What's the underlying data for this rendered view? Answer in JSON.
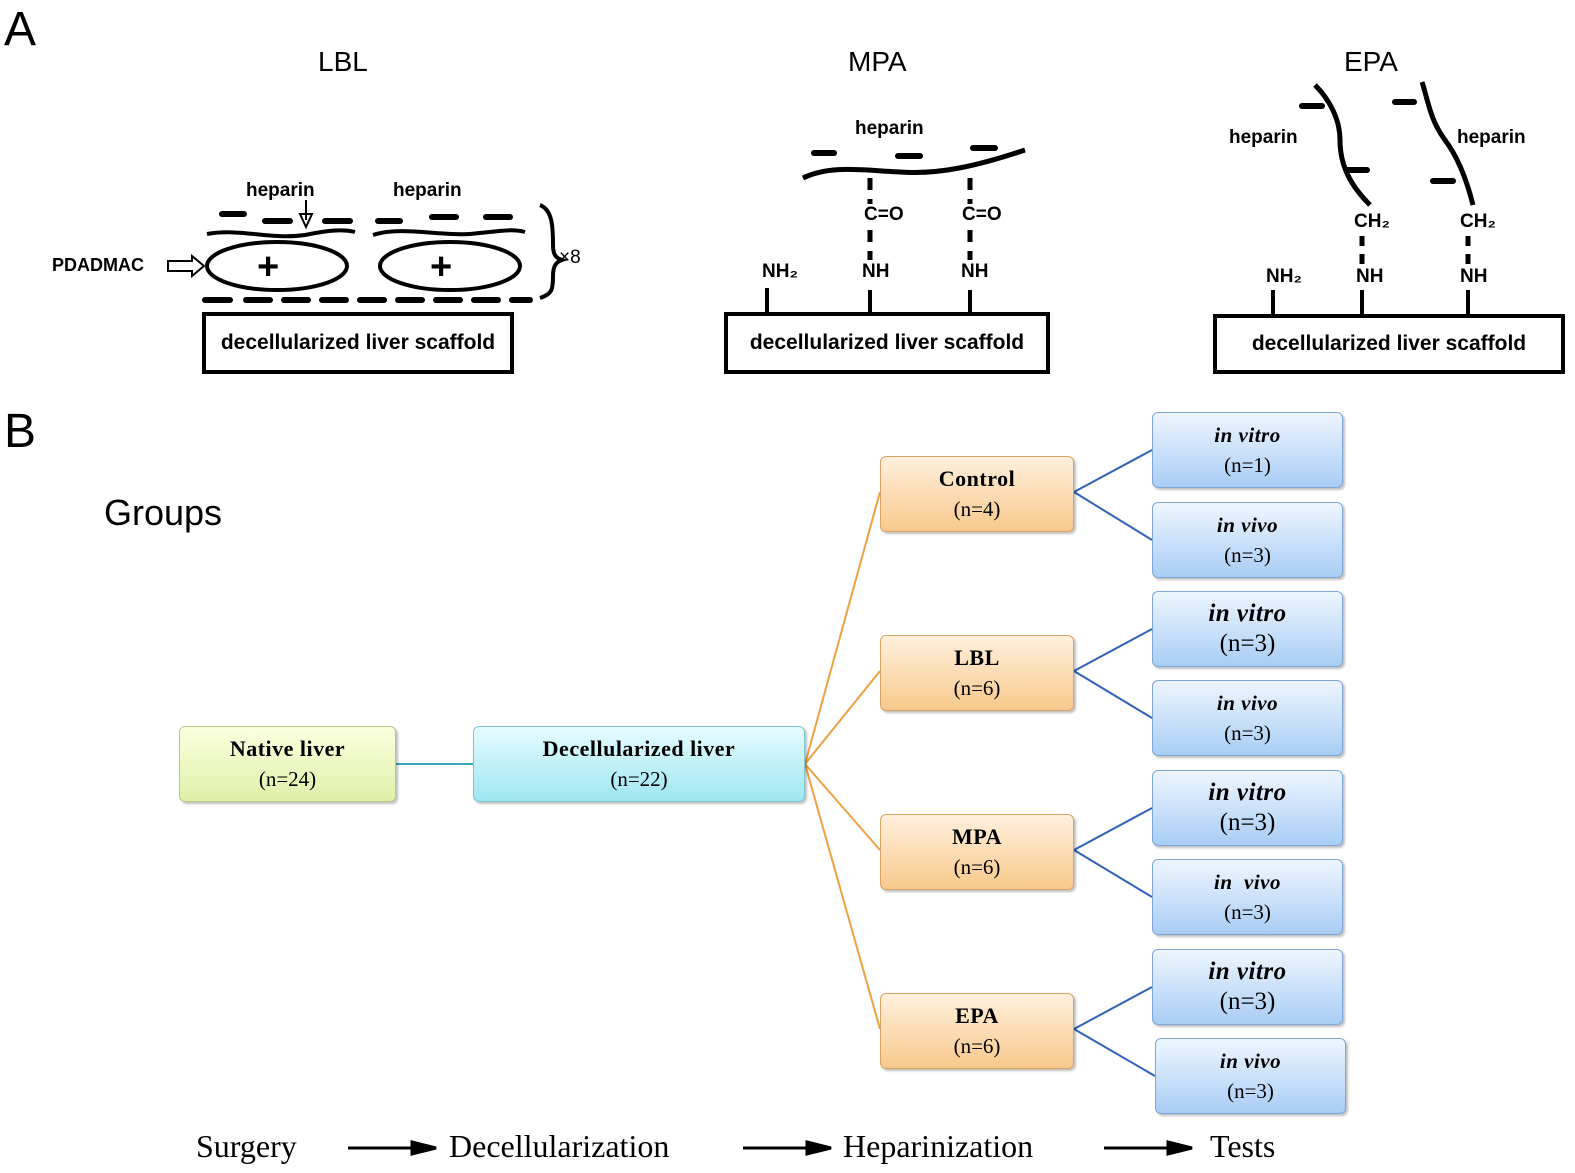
{
  "panel_a": {
    "letter": "A",
    "lbl": {
      "title": "LBL",
      "heparin_1": "heparin",
      "heparin_2": "heparin",
      "pdadmac": "PDADMAC",
      "plus_1": "+",
      "plus_2": "+",
      "repeat": "×8",
      "scaffold": "decellularized liver scaffold"
    },
    "mpa": {
      "title": "MPA",
      "heparin": "heparin",
      "co_1": "C=O",
      "co_2": "C=O",
      "nh2": "NH₂",
      "nh_1": "NH",
      "nh_2": "NH",
      "scaffold": "decellularized liver scaffold"
    },
    "epa": {
      "title": "EPA",
      "heparin_1": "heparin",
      "heparin_2": "heparin",
      "ch2_1": "CH₂",
      "ch2_2": "CH₂",
      "nh2": "NH₂",
      "nh_1": "NH",
      "nh_2": "NH",
      "scaffold": "decellularized liver scaffold"
    }
  },
  "panel_b": {
    "letter": "B",
    "title": "Groups",
    "native": {
      "label": "Native liver",
      "n": "(n=24)"
    },
    "decellularized": {
      "label": "Decellularized liver",
      "n": "(n=22)"
    },
    "groups": [
      {
        "label": "Control",
        "n": "(n=4)",
        "tests": [
          {
            "label": "in vitro",
            "n": "(n=1)"
          },
          {
            "label": "in vivo",
            "n": "(n=3)"
          }
        ]
      },
      {
        "label": "LBL",
        "n": "(n=6)",
        "tests": [
          {
            "label": "in vitro",
            "n": "(n=3)"
          },
          {
            "label": "in vivo",
            "n": "(n=3)"
          }
        ]
      },
      {
        "label": "MPA",
        "n": "(n=6)",
        "tests": [
          {
            "label": "in vitro",
            "n": "(n=3)"
          },
          {
            "label": "in  vivo",
            "n": "(n=3)"
          }
        ]
      },
      {
        "label": "EPA",
        "n": "(n=6)",
        "tests": [
          {
            "label": "in vitro",
            "n": "(n=3)"
          },
          {
            "label": "in vivo",
            "n": "(n=3)"
          }
        ]
      }
    ],
    "workflow": [
      "Surgery",
      "Decellularization",
      "Heparinization",
      "Tests"
    ],
    "colors": {
      "orange_line": "#f0a040",
      "blue_line": "#2f62b8",
      "teal_line": "#3aa7c7"
    }
  }
}
